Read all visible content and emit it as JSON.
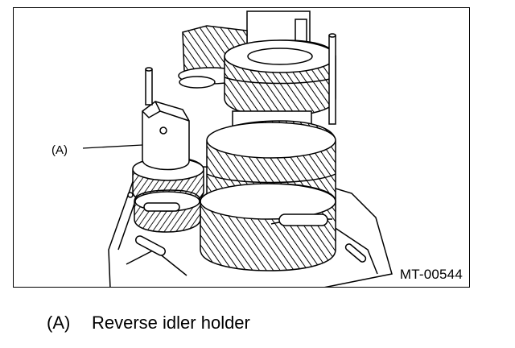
{
  "figure": {
    "callout_label": "(A)",
    "figure_code": "MT-00544",
    "illustration_icon": "transmission-gear-assembly-drawing"
  },
  "caption": {
    "key": "(A)",
    "text": "Reverse idler holder"
  }
}
